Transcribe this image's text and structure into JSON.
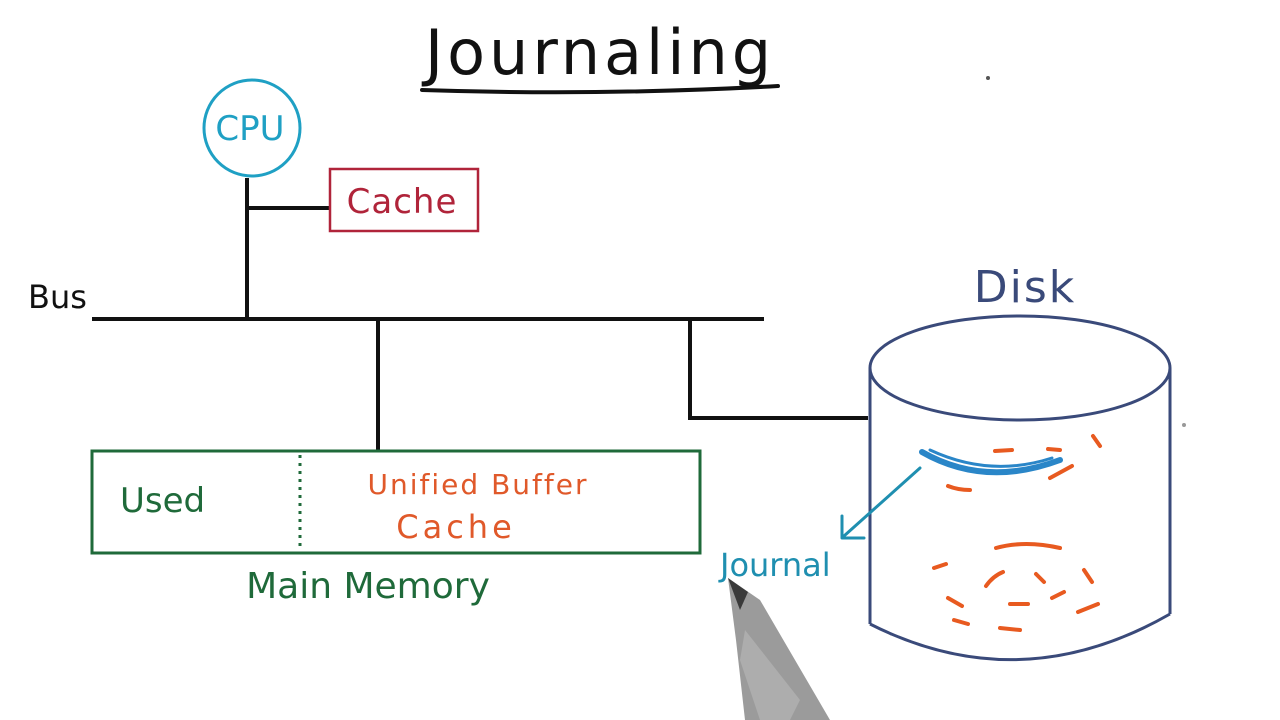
{
  "title": "Journaling",
  "labels": {
    "cpu": "CPU",
    "cache": "Cache",
    "bus": "Bus",
    "disk": "Disk",
    "used": "Used",
    "buffer_line1": "Unified Buffer",
    "buffer_line2": "Cache",
    "main_memory": "Main Memory",
    "journal": "Journal"
  },
  "colors": {
    "ink": "#111111",
    "cpu": "#1fa0c4",
    "cache": "#b0243a",
    "memory": "#1f6a3a",
    "buffer": "#e0592a",
    "disk": "#3a4a7a",
    "journal": "#1f8fb0",
    "journal_band": "#2a86c8",
    "disk_data": "#e85a20"
  }
}
